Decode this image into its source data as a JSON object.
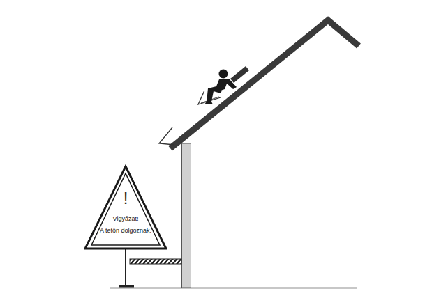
{
  "diagram": {
    "nodes": [
      {
        "text": [
          "!",
          "Vigyázat!",
          "A tetőn dolgoznak."
        ]
      }
    ]
  }
}
